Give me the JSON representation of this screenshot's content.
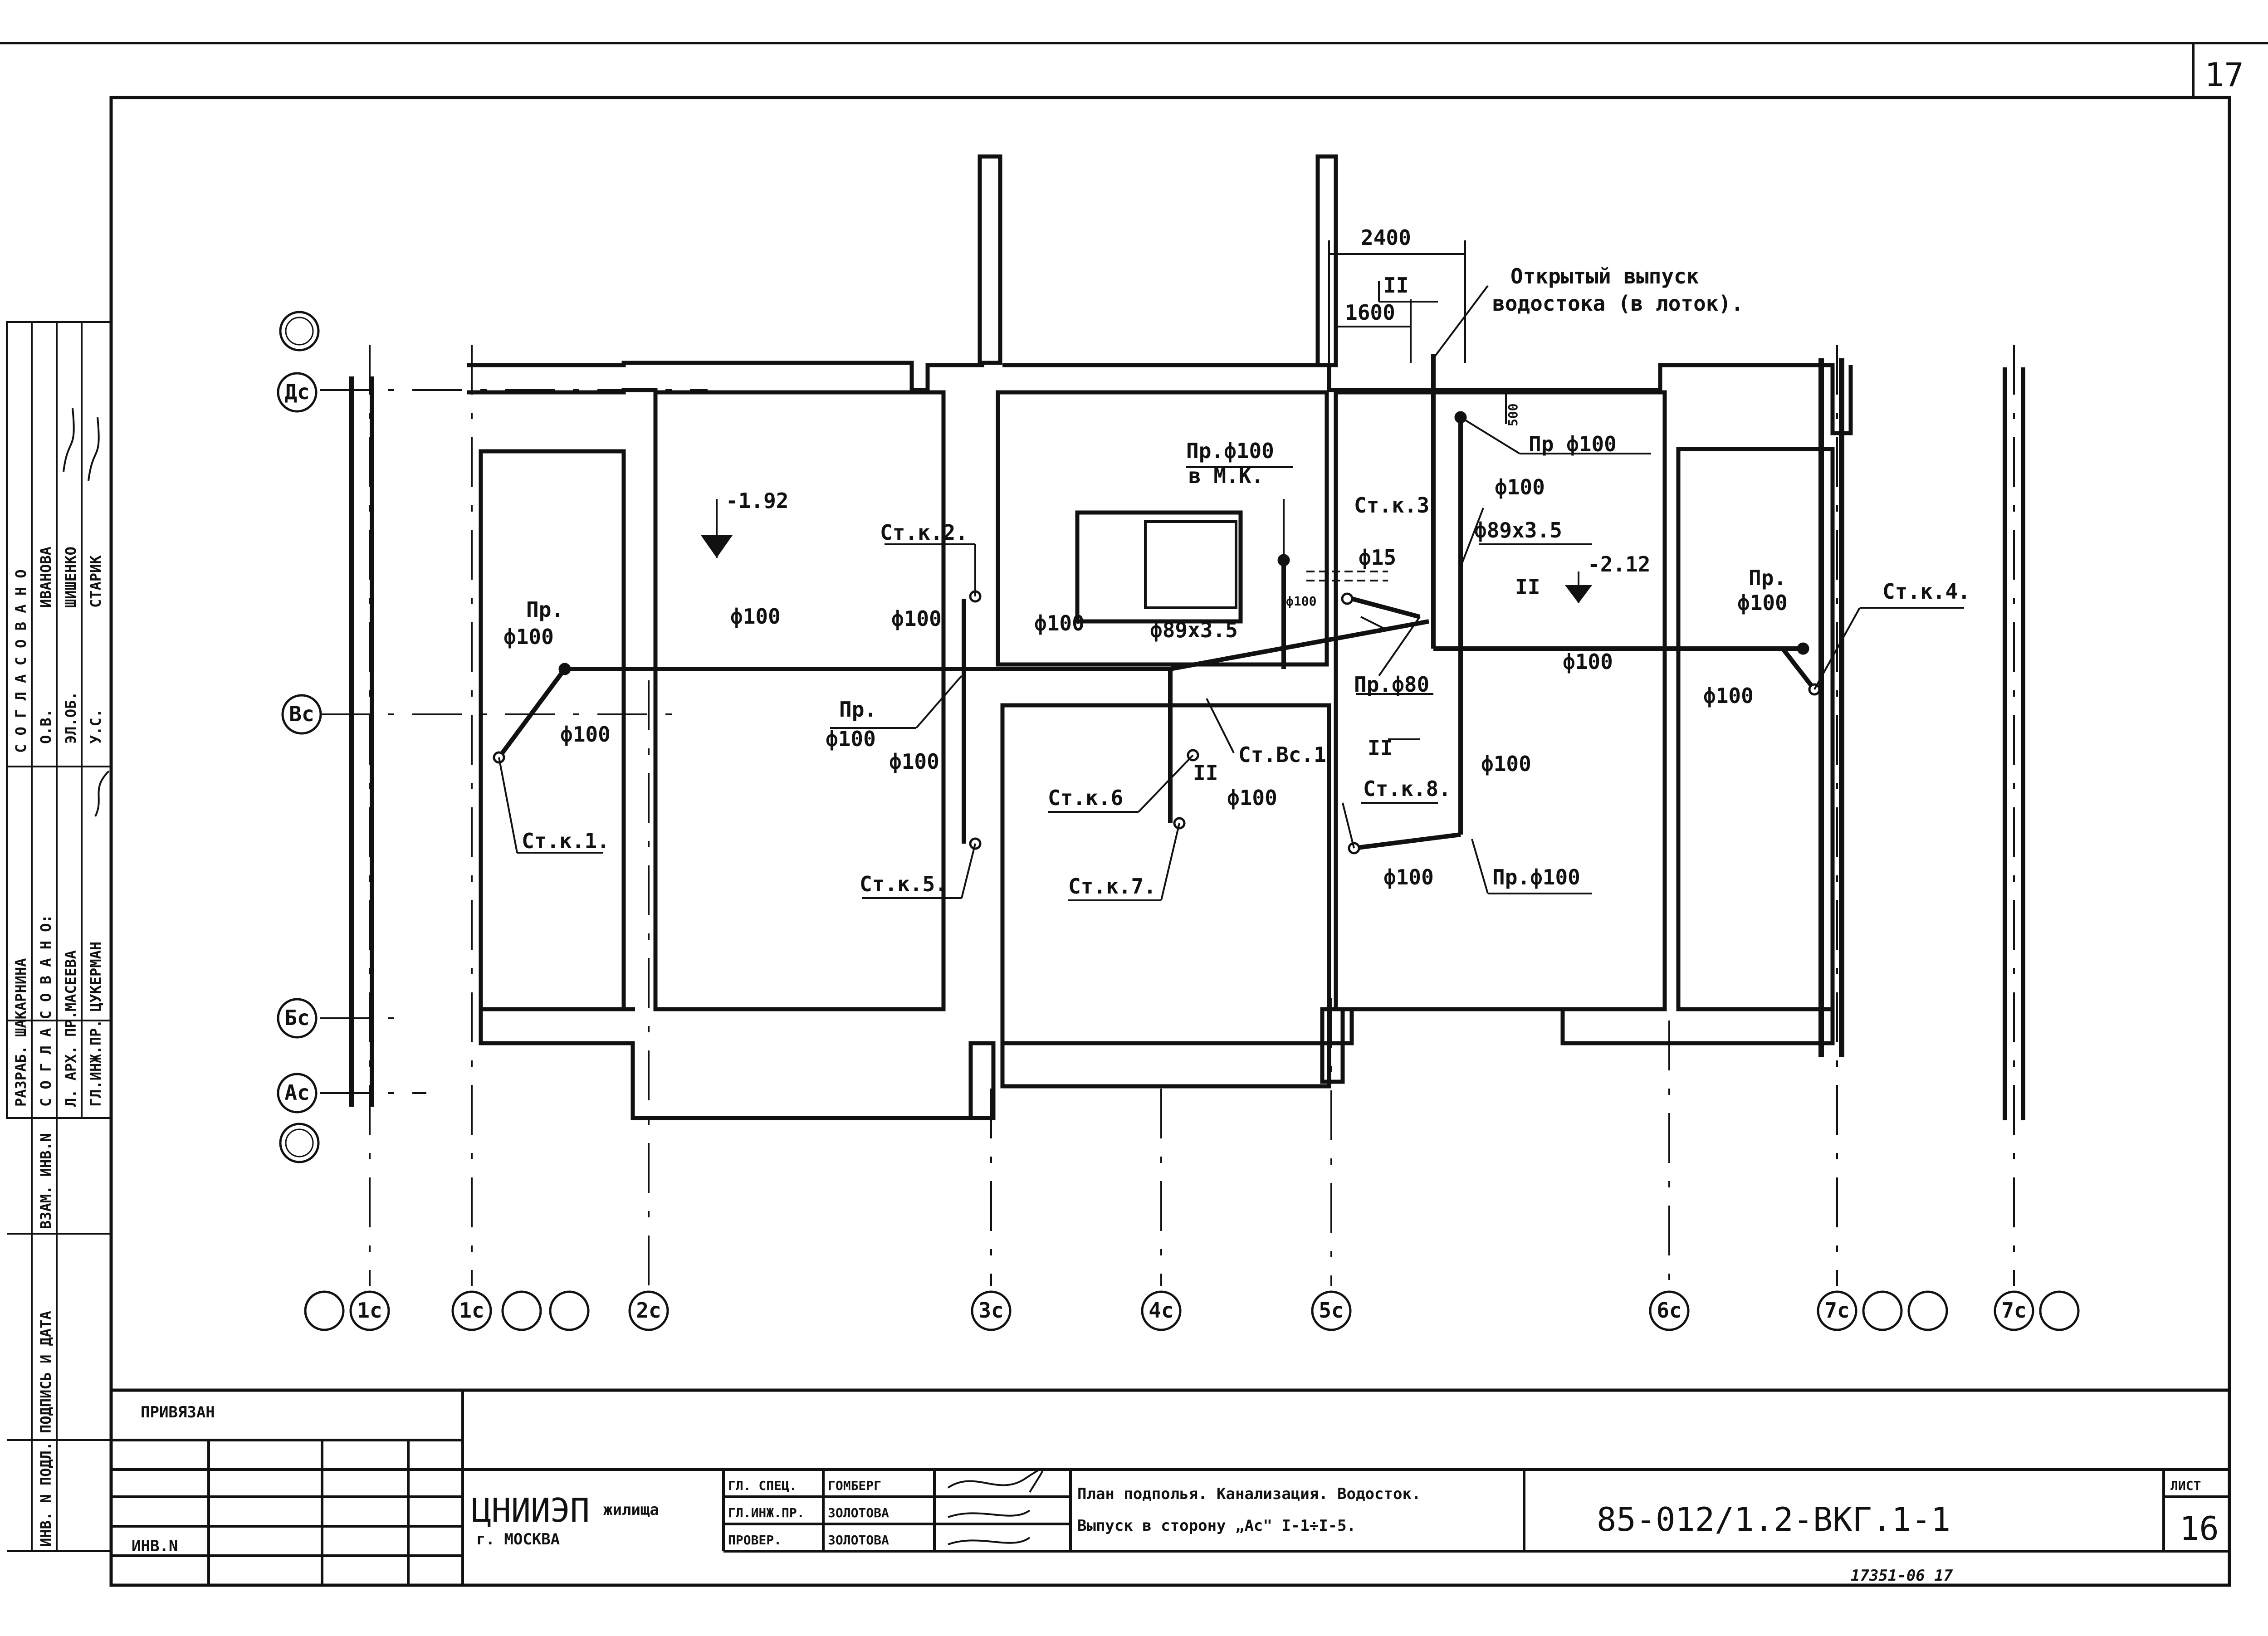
{
  "sheet": {
    "page_number": "17",
    "sheet_label": "ЛИСТ",
    "sheet_number": "16",
    "drawing_code": "85-012/1.2-ВКГ.1-1",
    "organization": "ЦНИИЭП",
    "organization_suffix": "жилища",
    "city": "г. МОСКВА",
    "title_line1": "План подполья. Канализация. Водосток.",
    "title_line2": "Выпуск в сторону „Ас\" I-1÷I-5.",
    "bound_label": "ПРИВЯЗАН",
    "inv_label": "ИНВ.N",
    "archive_number": "17351-06   17",
    "signatures": [
      {
        "role": "ГЛ. СПЕЦ.",
        "name": "ГОМБЕРГ"
      },
      {
        "role": "ГЛ.ИНЖ.ПР.",
        "name": "ЗОЛОТОВА"
      },
      {
        "role": "ПРОВЕР.",
        "name": "ЗОЛОТОВА"
      }
    ]
  },
  "left_stamp": {
    "agreed_top": "С О Г Л А С О В А Н О",
    "rows_top": [
      {
        "role": "О.В.",
        "name": "ИВАНОВА"
      },
      {
        "role": "ЭЛ.ОБ.",
        "name": "ШИШЕНКО"
      },
      {
        "role": "У.С.",
        "name": "СТАРИК"
      }
    ],
    "agreed_bottom": "С О Г Л А С О В А Н О:",
    "developer": "РАЗРАБ. ШАКАРНИНА",
    "rows_bottom": [
      {
        "role": "Л. АРХ. ПР.",
        "name": "МАСЕЕВА"
      },
      {
        "role": "ГЛ.ИНЖ.ПР.",
        "name": "ЦУКЕРМАН"
      }
    ],
    "inv_columns": [
      "ВЗАМ. ИНВ.N",
      "ПОДПИСЬ И ДАТА",
      "ИНВ. N ПОДЛ."
    ]
  },
  "axes": {
    "rows": [
      "Дс",
      "Вс",
      "Бс",
      "Ас"
    ],
    "columns": [
      "1с",
      "1с",
      "2с",
      "3с",
      "4с",
      "5с",
      "6с",
      "7с",
      "7с"
    ]
  },
  "annotations": {
    "dim_2400": "2400",
    "dim_1600": "1600",
    "dim_500": "500",
    "section_mark": "II",
    "open_outlet_1": "Открытый выпуск",
    "open_outlet_2": "водостока (в лоток).",
    "level_1": "-1.92",
    "level_2": "-2.12",
    "pipe_100": "ф100",
    "pipe_89": "ф89х3.5",
    "pipe_15": "ф15",
    "pipe_80": "Пр.ф80",
    "pr": "Пр.",
    "pr_100": "Пр.ф100",
    "pr_100_b": "Пр ф100",
    "pr_mk_1": "Пр.ф100",
    "pr_mk_2": "в М.К.",
    "risers": [
      "Ст.к.1.",
      "Ст.к.2.",
      "Ст.к.3",
      "Ст.к.4.",
      "Ст.к.5.",
      "Ст.к.6",
      "Ст.к.7.",
      "Ст.к.8.",
      "Ст.Вс.1"
    ]
  }
}
